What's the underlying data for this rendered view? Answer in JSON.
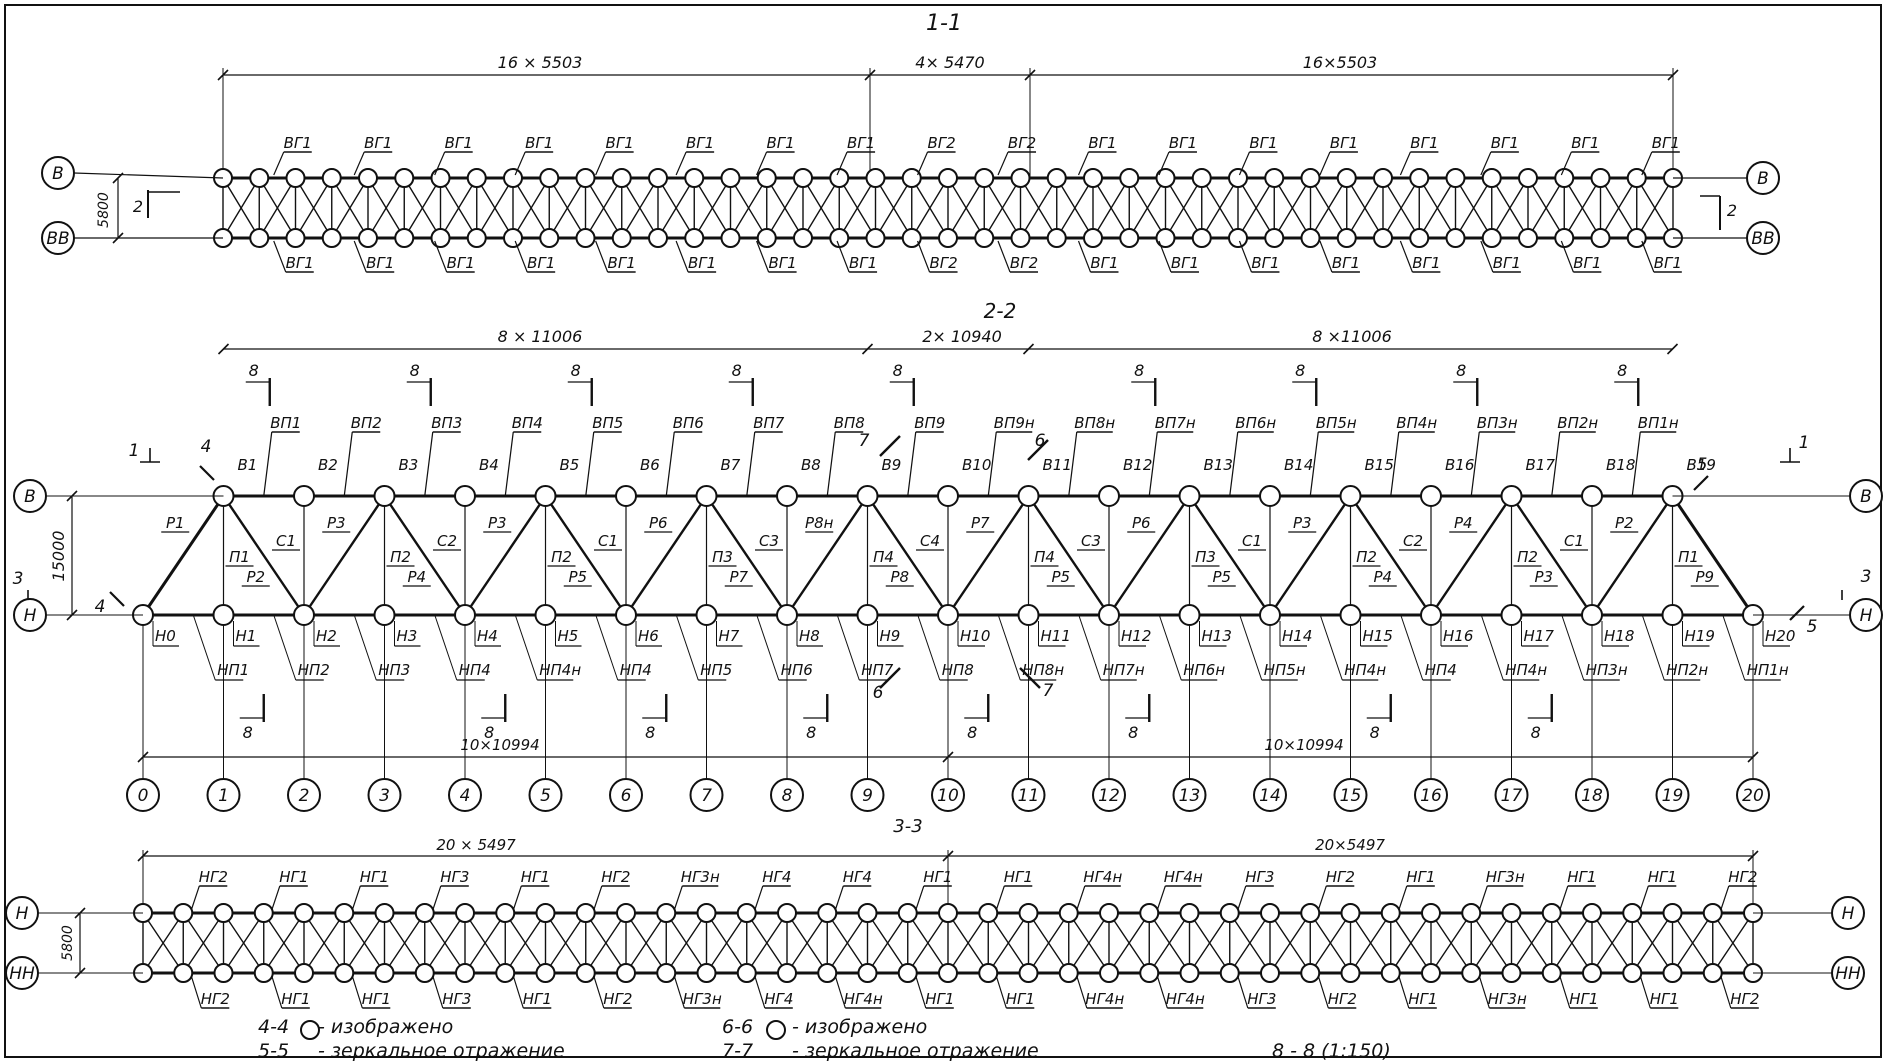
{
  "section_1_1": {
    "title": "1-1",
    "dims": [
      "16 × 5503",
      "4× 5470",
      "16×5503"
    ],
    "height_dim": "5800",
    "axes": {
      "left_top": "В",
      "left_bottom": "ВВ",
      "right_top": "В",
      "right_bottom": "ВВ"
    },
    "cut_mark_left": "2",
    "cut_mark_right": "2",
    "top_labels": [
      "ВГ1",
      "ВГ1",
      "ВГ1",
      "ВГ1",
      "ВГ1",
      "ВГ1",
      "ВГ1",
      "ВГ1",
      "ВГ2",
      "ВГ2",
      "ВГ1",
      "ВГ1",
      "ВГ1",
      "ВГ1",
      "ВГ1",
      "ВГ1",
      "ВГ1",
      "ВГ1"
    ],
    "bottom_labels": [
      "ВГ1",
      "ВГ1",
      "ВГ1",
      "ВГ1",
      "ВГ1",
      "ВГ1",
      "ВГ1",
      "ВГ1",
      "ВГ2",
      "ВГ2",
      "ВГ1",
      "ВГ1",
      "ВГ1",
      "ВГ1",
      "ВГ1",
      "ВГ1",
      "ВГ1",
      "ВГ1"
    ]
  },
  "section_2_2": {
    "title": "2-2",
    "dims_top": [
      "8 × 11006",
      "2× 10940",
      "8 ×11006"
    ],
    "dims_bottom": [
      "10×10994",
      "10×10994"
    ],
    "height_dim": "15000",
    "axes": {
      "left_top": "В",
      "left_bottom": "Н",
      "right_top": "В",
      "right_bottom": "Н"
    },
    "upper_nodes": [
      "В1",
      "В2",
      "В3",
      "В4",
      "В5",
      "В6",
      "В7",
      "В8",
      "В9",
      "В10",
      "В11",
      "В12",
      "В13",
      "В14",
      "В15",
      "В16",
      "В17",
      "В18",
      "В19"
    ],
    "upper_members": [
      "ВП1",
      "ВП2",
      "ВП3",
      "ВП4",
      "ВП5",
      "ВП6",
      "ВП7",
      "ВП8",
      "ВП9",
      "ВП9н",
      "ВП8н",
      "ВП7н",
      "ВП6н",
      "ВП5н",
      "ВП4н",
      "ВП3н",
      "ВП2н",
      "ВП1н"
    ],
    "lower_nodes": [
      "Н0",
      "Н1",
      "Н2",
      "Н3",
      "Н4",
      "Н5",
      "Н6",
      "Н7",
      "Н8",
      "Н9",
      "Н10",
      "Н11",
      "Н12",
      "Н13",
      "Н14",
      "Н15",
      "Н16",
      "Н17",
      "Н18",
      "Н19",
      "Н20"
    ],
    "lower_members": [
      "НП1",
      "НП2",
      "НП3",
      "НП4",
      "НП4н",
      "НП4",
      "НП5",
      "НП6",
      "НП7",
      "НП8",
      "НП8н",
      "НП7н",
      "НП6н",
      "НП5н",
      "НП4н",
      "НП4",
      "НП4н",
      "НП3н",
      "НП2н",
      "НП1н"
    ],
    "diagonals": [
      "Р1",
      "Р2",
      "Р3",
      "Р4",
      "Р3",
      "Р5",
      "Р6",
      "Р7",
      "Р8н",
      "Р8",
      "Р7",
      "Р5",
      "Р6",
      "Р5",
      "Р3",
      "Р4",
      "Р4",
      "Р3",
      "Р2",
      "Р9"
    ],
    "verticals": [
      "С1",
      "С2",
      "С1",
      "С3",
      "С4",
      "С3",
      "С1",
      "С2",
      "С1"
    ],
    "struts": [
      "П1",
      "П2",
      "П2",
      "П3",
      "П4",
      "П4",
      "П3",
      "П2",
      "П2",
      "П1"
    ],
    "column_axes": [
      "0",
      "1",
      "2",
      "3",
      "4",
      "5",
      "6",
      "7",
      "8",
      "9",
      "10",
      "11",
      "12",
      "13",
      "14",
      "15",
      "16",
      "17",
      "18",
      "19",
      "20"
    ],
    "section_marks": {
      "s1": "1",
      "s3": "3",
      "s4": "4",
      "s5": "5",
      "s6": "6",
      "s7": "7",
      "s8": "8"
    }
  },
  "section_3_3": {
    "title": "3-3",
    "dims": [
      "20 × 5497",
      "20×5497"
    ],
    "height_dim": "5800",
    "axes": {
      "left_top": "Н",
      "left_bottom": "НН",
      "right_top": "Н",
      "right_bottom": "НН"
    },
    "top_labels": [
      "НГ2",
      "НГ1",
      "НГ1",
      "НГ3",
      "НГ1",
      "НГ2",
      "НГ3н",
      "НГ4",
      "НГ4",
      "НГ1",
      "НГ1",
      "НГ4н",
      "НГ4н",
      "НГ3",
      "НГ2",
      "НГ1",
      "НГ3н",
      "НГ1",
      "НГ1",
      "НГ2"
    ],
    "bottom_labels": [
      "НГ2",
      "НГ1",
      "НГ1",
      "НГ3",
      "НГ1",
      "НГ2",
      "НГ3н",
      "НГ4",
      "НГ4н",
      "НГ1",
      "НГ1",
      "НГ4н",
      "НГ4н",
      "НГ3",
      "НГ2",
      "НГ1",
      "НГ3н",
      "НГ1",
      "НГ1",
      "НГ2"
    ]
  },
  "legend": {
    "l1_code": "4-4",
    "l1_text": "- изображено",
    "l2_code": "5-5",
    "l2_text": "- зеркальное отражение",
    "l3_code": "6-6",
    "l3_text": "- изображено",
    "l4_code": "7-7",
    "l4_text": "- зеркальное отражение",
    "scale_note": "8 - 8 (1:150)"
  }
}
